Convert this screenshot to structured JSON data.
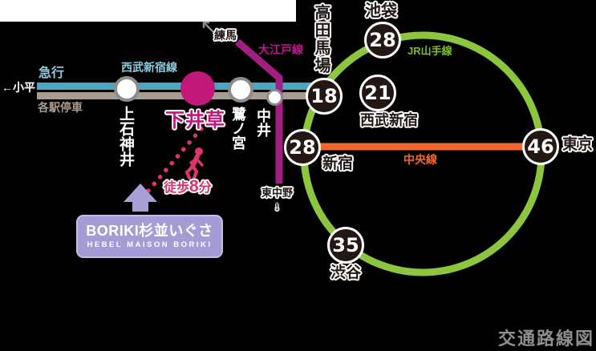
{
  "map_title": "交通路線図",
  "legend": {
    "express": "急行",
    "local": "各駅停車",
    "to_kodaira": "←小平"
  },
  "lines": {
    "seibu_shinjuku": "西武新宿線",
    "oedo": "大江戸線",
    "yamanote": "JR山手線",
    "chuo": "中央線"
  },
  "stations": {
    "kamishakujii": {
      "name": "上石神井"
    },
    "shimoigusa": {
      "name": "下井草"
    },
    "saginomiya": {
      "name": "鷺ノ宮"
    },
    "nakai": {
      "name": "中井"
    },
    "nerima": {
      "name": "練馬"
    },
    "higashi_nakano": {
      "name": "東中野",
      "direction_arrow": "↓"
    },
    "takadanobaba": {
      "name": "高田馬場",
      "minutes": "18"
    },
    "ikebukuro": {
      "name": "池袋",
      "minutes": "28"
    },
    "seibu_shinjuku": {
      "name": "西武新宿",
      "minutes": "21"
    },
    "shinjuku": {
      "name": "新宿",
      "minutes": "28"
    },
    "shibuya": {
      "name": "渋谷",
      "minutes": "35"
    },
    "tokyo": {
      "name": "東京",
      "minutes": "46"
    }
  },
  "walk": {
    "prefix": "徒歩",
    "minutes": "8",
    "suffix": "分"
  },
  "building": {
    "name": "BORIKI杉並いぐさ",
    "subtitle": "HEBEL MAISON BORIKI"
  },
  "colors": {
    "background": "#000000",
    "seibu_express_line": "#49A8C0",
    "seibu_local_line": "#A89B8F",
    "oedo_line": "#A21E82",
    "yamanote_line": "#8CC63E",
    "chuo_line": "#F1672D",
    "shimoigusa_pink": "#C2187C",
    "walk_pink": "#E0326E",
    "time_badge_black": "#221713",
    "building_purple": "#A79BD5",
    "footer_gray": "#8F8F8F"
  }
}
